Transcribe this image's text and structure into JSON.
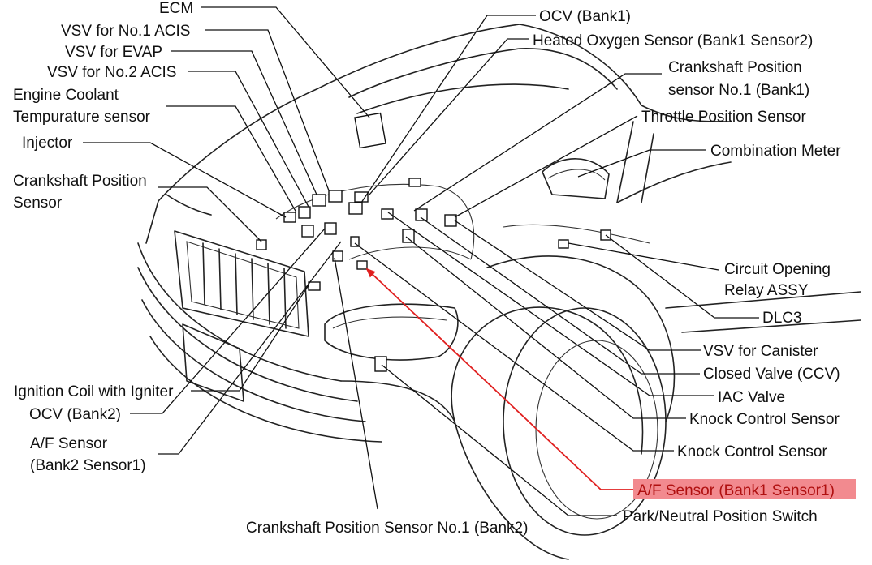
{
  "labels": {
    "ecm": "ECM",
    "vsv_acis1": "VSV for No.1 ACIS",
    "vsv_evap": "VSV for EVAP",
    "vsv_acis2": "VSV for No.2 ACIS",
    "coolant_1": "Engine Coolant",
    "coolant_2": "Tempurature sensor",
    "injector": "Injector",
    "ckp_1": "Crankshaft Position",
    "ckp_2": "Sensor",
    "ignition_coil": "Ignition Coil with Igniter",
    "ocv_bank2": "OCV (Bank2)",
    "af_bank2_1": "A/F Sensor",
    "af_bank2_2": "(Bank2 Sensor1)",
    "ckp_no1_bank2": "Crankshaft Position Sensor No.1 (Bank2)",
    "ocv_bank1": "OCV (Bank1)",
    "ho2s_bank1": "Heated Oxygen Sensor (Bank1 Sensor2)",
    "ckp_no1_bank1_1": "Crankshaft Position",
    "ckp_no1_bank1_2": "sensor No.1 (Bank1)",
    "throttle": "Throttle Position Sensor",
    "combination_meter": "Combination Meter",
    "circuit_relay_1": "Circuit Opening",
    "circuit_relay_2": "Relay ASSY",
    "dlc3": "DLC3",
    "vsv_canister": "VSV for Canister",
    "ccv": "Closed Valve (CCV)",
    "iac": "IAC Valve",
    "knock_1": "Knock Control Sensor",
    "knock_2": "Knock Control Sensor",
    "af_bank1": "A/F Sensor (Bank1 Sensor1)",
    "pnp": "Park/Neutral Position Switch"
  },
  "highlight": {
    "label": "af_bank1",
    "color": "#e02020",
    "box_color": "#f28a8f"
  }
}
